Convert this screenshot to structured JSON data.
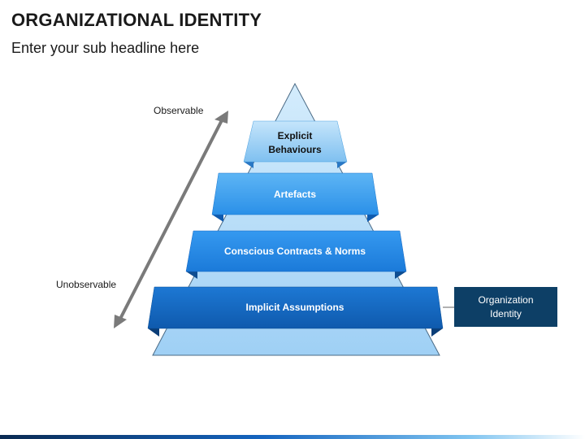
{
  "header": {
    "title": "ORGANIZATIONAL IDENTITY",
    "subtitle": "Enter your sub headline here"
  },
  "axis": {
    "top_label": "Observable",
    "bottom_label": "Unobservable"
  },
  "pyramid": {
    "levels": [
      {
        "line1": "Explicit",
        "line2": "Behaviours"
      },
      {
        "line1": "Artefacts"
      },
      {
        "line1": "Conscious Contracts & Norms"
      },
      {
        "line1": "Implicit Assumptions"
      }
    ]
  },
  "callout": {
    "line1": "Organization",
    "line2": "Identity"
  },
  "colors": {
    "pyramid_fill": "#a9d6f7",
    "level1": "#9ed3f5",
    "level2": "#3a9ff0",
    "level3": "#2186e6",
    "level4": "#1468c4",
    "callout_bg": "#0d3f66"
  }
}
